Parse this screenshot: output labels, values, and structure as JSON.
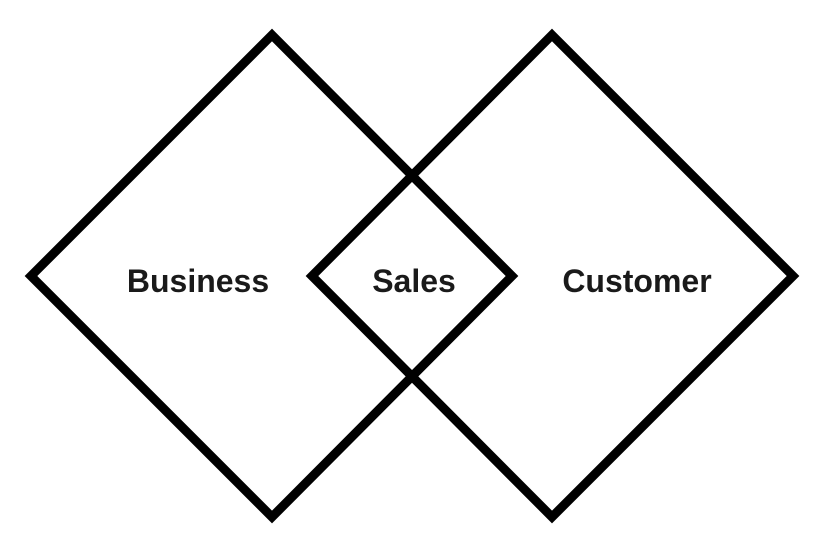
{
  "colors": {
    "stroke": "#000000",
    "text": "#1a1a1a",
    "background": "#ffffff"
  },
  "diagram": {
    "left_label": "Business",
    "center_label": "Sales",
    "right_label": "Customer"
  }
}
